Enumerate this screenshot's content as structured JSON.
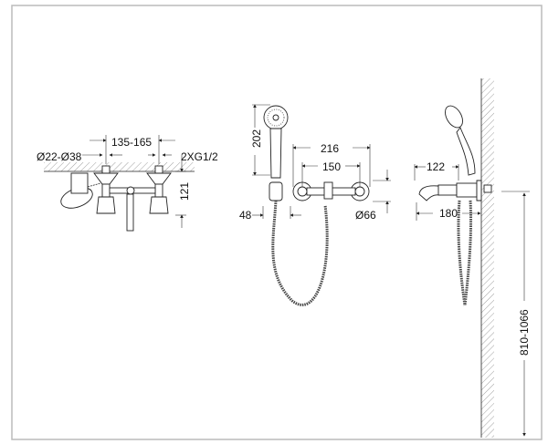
{
  "title": "Bath/shower mixer installation drawing",
  "views": {
    "deck_mounted": {
      "hose_diameter": "Ø22-Ø38",
      "tap_spacing": "135-165",
      "connection": "2XG1/2",
      "height": "121"
    },
    "wall_front": {
      "handshower_length": "202",
      "overall_width": "216",
      "centers": "150",
      "holder_width": "48",
      "rosette_diameter": "Ø66"
    },
    "wall_side": {
      "handle_projection": "122",
      "spout_projection": "180",
      "mount_height": "810-1066"
    }
  }
}
